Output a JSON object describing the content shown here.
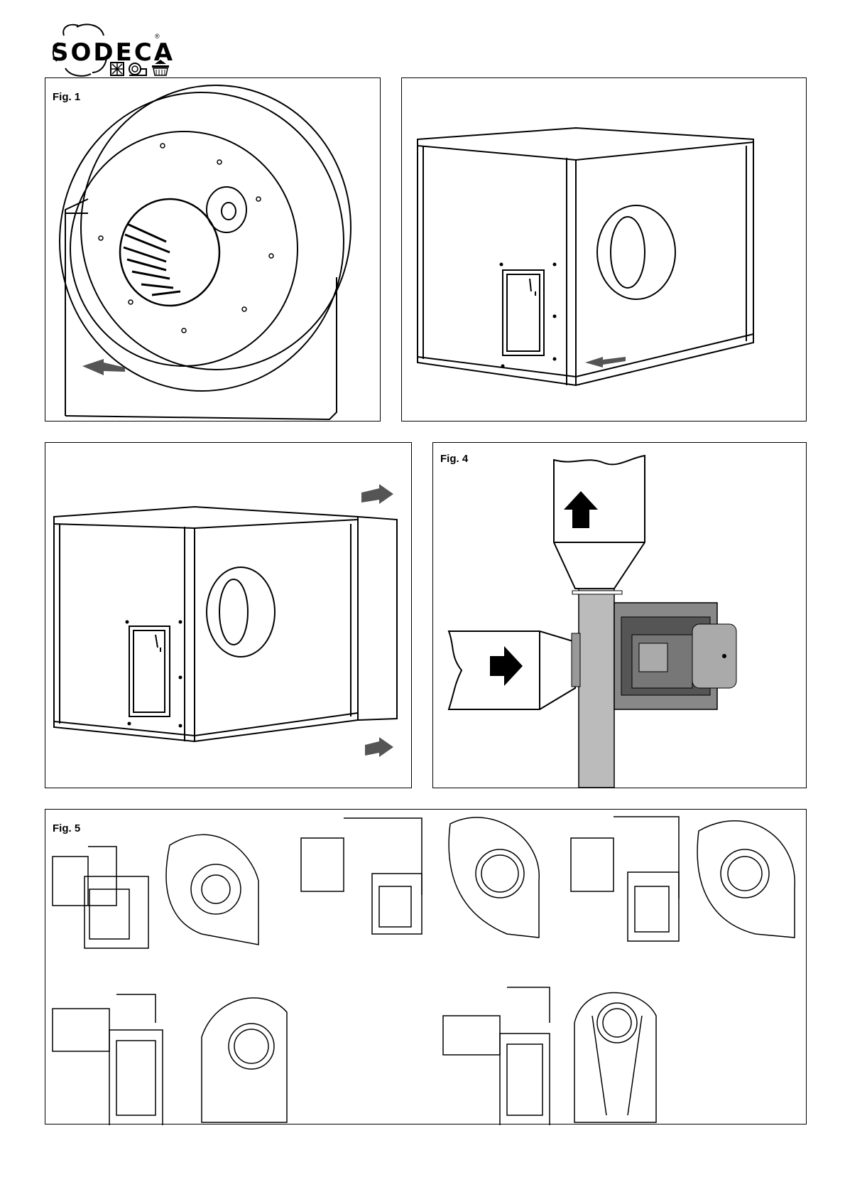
{
  "brand": {
    "name": "SODECA",
    "registered_mark": "®"
  },
  "figures": [
    {
      "label": "Fig. 1"
    },
    {
      "label": ""
    },
    {
      "label": ""
    },
    {
      "label": "Fig. 4"
    },
    {
      "label": "Fig. 5"
    }
  ]
}
